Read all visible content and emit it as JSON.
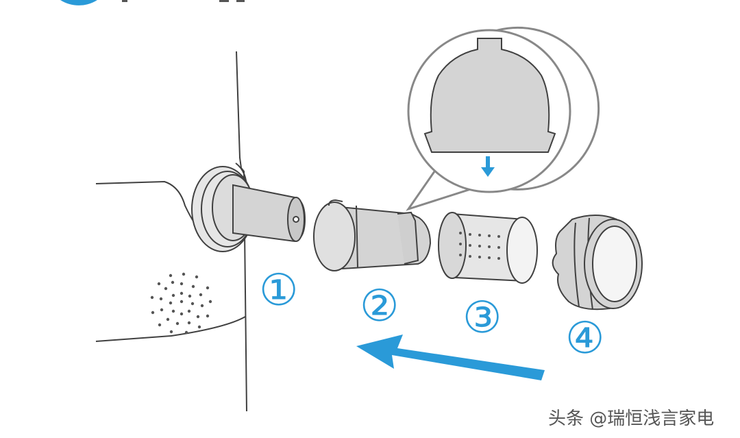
{
  "diagram": {
    "parts": [
      {
        "id": "p1",
        "label": "①"
      },
      {
        "id": "p2",
        "label": "②"
      },
      {
        "id": "p3",
        "label": "③"
      },
      {
        "id": "p4",
        "label": "④"
      }
    ],
    "accent_color": "#2a9ad8",
    "outline_color": "#404040",
    "fill_color": "#d4d4d4"
  },
  "watermark": {
    "text": "头条 @瑞恒浅言家电"
  }
}
